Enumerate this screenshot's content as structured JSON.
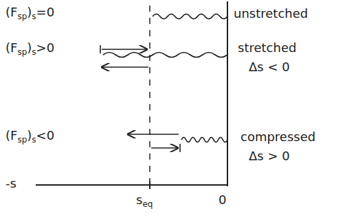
{
  "diagram": {
    "labels": [
      "(F",
      "sp",
      ")",
      "s",
      "=0",
      "(F",
      "sp",
      ")",
      "s",
      ">0",
      "(F",
      "sp",
      ")",
      "s",
      "<0",
      "unstretched",
      "stretched",
      "Δs < 0",
      "compressed",
      "Δs > 0",
      "-s",
      "s",
      "eq",
      "0"
    ]
  }
}
